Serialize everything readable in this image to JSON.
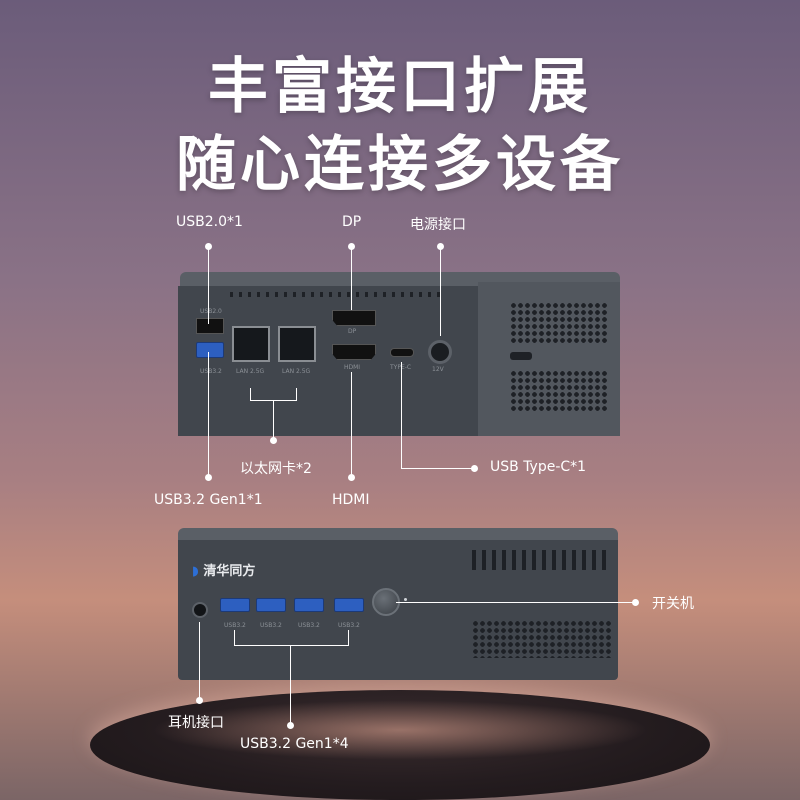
{
  "headline": {
    "line1": "丰富接口扩展",
    "line2": "随心连接多设备"
  },
  "brand": {
    "logo_text": "清华同方"
  },
  "labels": {
    "usb20": "USB2.0*1",
    "dp": "DP",
    "power": "电源接口",
    "lan": "以太网卡*2",
    "usbc": "USB Type-C*1",
    "usb32_rear": "USB3.2 Gen1*1",
    "hdmi": "HDMI",
    "power_button": "开关机",
    "headphone": "耳机接口",
    "usb32_front": "USB3.2 Gen1*4"
  },
  "rear_panel": {
    "usb20_print": "USB2.0",
    "usb32_print": "USB3.2",
    "lan1_print": "LAN 2.5G",
    "lan2_print": "LAN 2.5G",
    "dp_print": "DP",
    "hdmi_print": "HDMI",
    "typec_print": "TYPE-C",
    "dc_print": "12V"
  },
  "front_panel": {
    "port_prints": [
      "USB3.2",
      "USB3.2",
      "USB3.2",
      "USB3.2"
    ]
  },
  "colors": {
    "label": "#ffffff",
    "usb_blue": "#2d5fc0",
    "device_body": "#3f444b"
  }
}
